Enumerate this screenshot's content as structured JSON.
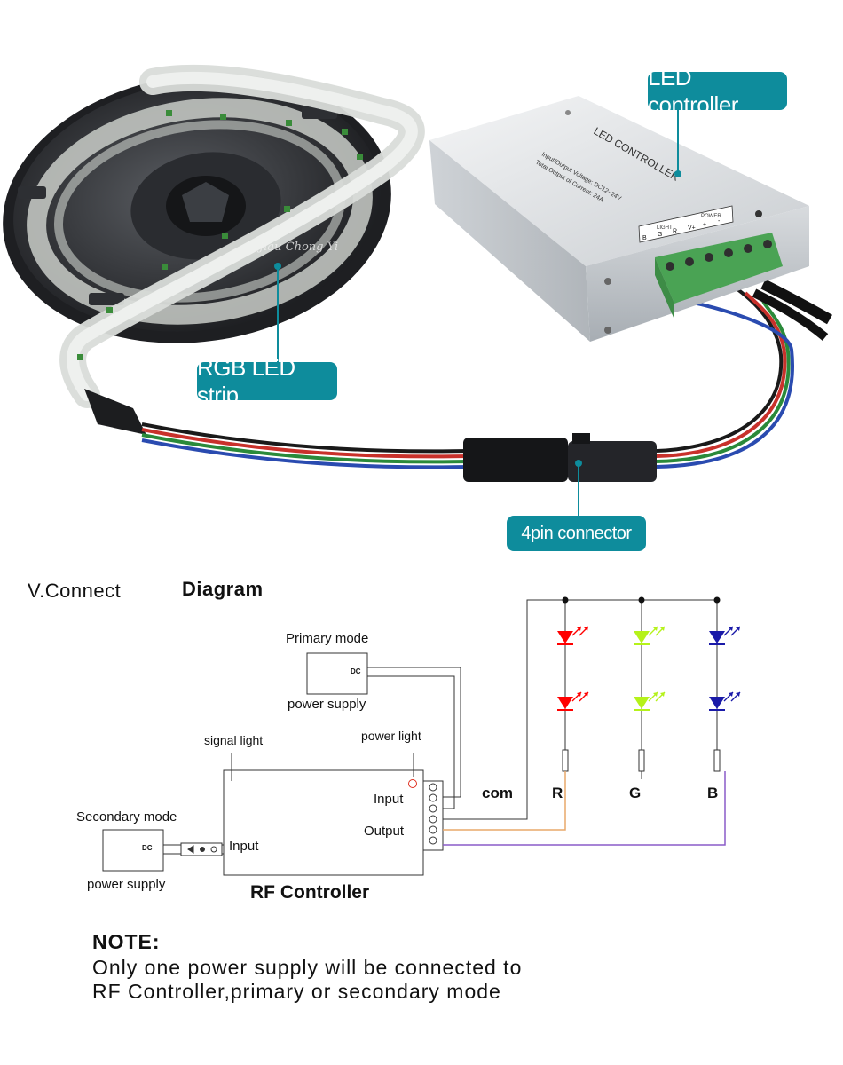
{
  "photo": {
    "callouts": {
      "led_controller": "LED controller",
      "rgb_strip": "RGB LED strip",
      "connector": "4pin connector"
    },
    "controller_printing": {
      "label": "LED CONTROLLER",
      "line1": "Input/Output Voltage: DC12~24V",
      "line2": "Total Output of Current: 24A",
      "light_group": "LIGHT",
      "power_group": "POWER",
      "terminals": [
        "B",
        "G",
        "R",
        "V+",
        "+",
        "-"
      ]
    },
    "watermark": "Jiau Chong Yi"
  },
  "diagram": {
    "title_left": "V.Connect",
    "title_right": "Diagram",
    "primary_label": "Primary mode",
    "primary_sub": "power supply",
    "secondary_label": "Secondary mode",
    "secondary_sub": "power supply",
    "dc": "DC",
    "signal_light": "signal light",
    "power_light": "power light",
    "input_right": "Input",
    "output": "Output",
    "input_left": "Input",
    "rf_controller": "RF Controller",
    "com": "com",
    "channels": [
      "R",
      "G",
      "B"
    ],
    "colors": {
      "red": "#ff0000",
      "green": "#b5f21a",
      "blue": "#1a1aa8",
      "orange_wire": "#e8a86a",
      "purple_wire": "#8a5cc8"
    }
  },
  "note": {
    "title": "NOTE:",
    "line1": "Only one power supply will be connected to",
    "line2": "RF Controller,primary or secondary mode"
  }
}
